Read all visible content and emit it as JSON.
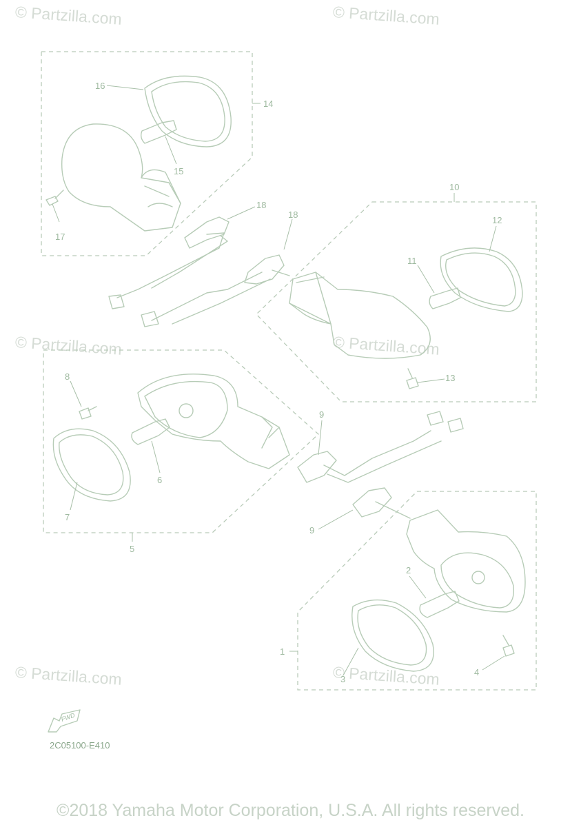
{
  "watermark": "© Partzilla.com",
  "diagram_code": "2C05100-E410",
  "copyright": "©2018 Yamaha Motor Corporation, U.S.A. All rights reserved.",
  "fwd_label": "FWD",
  "callouts": {
    "n1": "1",
    "n2": "2",
    "n3": "3",
    "n4": "4",
    "n5": "5",
    "n6": "6",
    "n7": "7",
    "n8": "8",
    "n9a": "9",
    "n9b": "9",
    "n10": "10",
    "n11": "11",
    "n12": "12",
    "n13": "13",
    "n14": "14",
    "n15": "15",
    "n16": "16",
    "n17": "17",
    "n18a": "18",
    "n18b": "18"
  },
  "colors": {
    "line": "#b7ccb7",
    "text": "#9fbaa0",
    "watermark": "#d5dcd5"
  }
}
